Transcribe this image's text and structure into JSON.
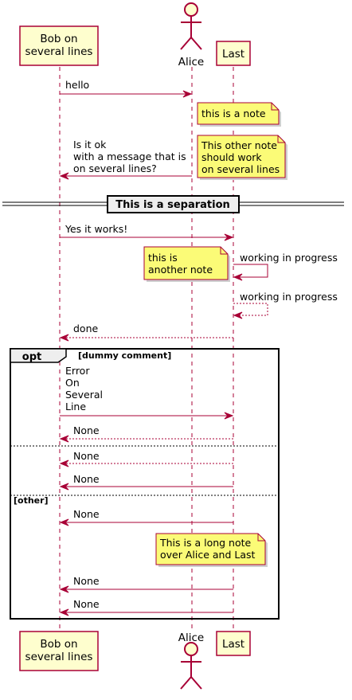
{
  "colors": {
    "line": "#A80036",
    "participant_fill": "#FEFECE",
    "note_fill": "#FBFB77",
    "box": "#000000"
  },
  "participants": {
    "bob": {
      "lines": [
        "Bob on",
        "several lines"
      ]
    },
    "alice": {
      "label": "Alice",
      "icon": "actor-stick-figure-icon"
    },
    "last": {
      "label": "Last"
    }
  },
  "messages": {
    "hello": [
      "hello"
    ],
    "is_it_ok": [
      "Is it ok",
      "with a message that is",
      "on several lines?"
    ],
    "yes_it_works": [
      "Yes it works!"
    ],
    "working1": [
      "working in progress"
    ],
    "working2": [
      "working in progress"
    ],
    "done": [
      "done"
    ],
    "error": [
      "Error",
      "On",
      "Several",
      "Line"
    ],
    "none1": [
      "None"
    ],
    "none2": [
      "None"
    ],
    "none3": [
      "None"
    ],
    "none4": [
      "None"
    ],
    "none5": [
      "None"
    ],
    "none6": [
      "None"
    ]
  },
  "notes": {
    "note1": [
      "this is a note"
    ],
    "note2": [
      "This other note",
      "should work",
      "on several lines"
    ],
    "note3": [
      "this is",
      "another note"
    ],
    "note4": [
      "This is a long note",
      "over Alice and Last"
    ]
  },
  "separator": {
    "label": "This is a separation"
  },
  "group": {
    "keyword": "opt",
    "comment": "[dummy comment]",
    "else_label": "[other]"
  }
}
